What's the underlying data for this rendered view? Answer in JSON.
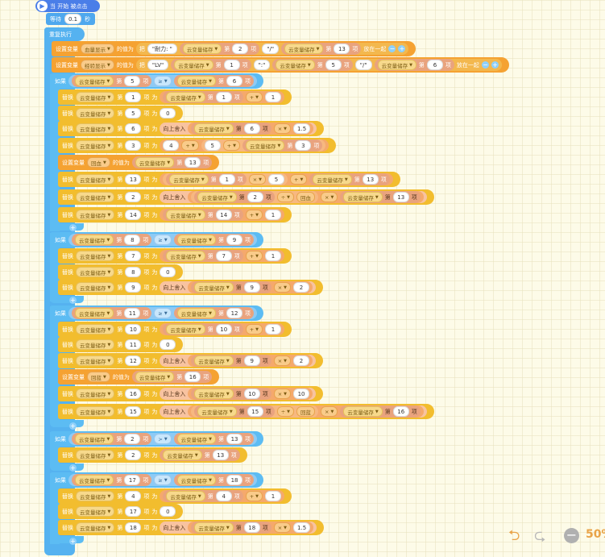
{
  "hat": {
    "label": "当 开始 被点击"
  },
  "wait": {
    "label": "等待",
    "value": "0.1",
    "unit": "秒"
  },
  "loop": {
    "label": "重复执行"
  },
  "common": {
    "replace": "替换",
    "item": "第",
    "idx": "项",
    "to": "为",
    "cloud": "云变量储存",
    "ceil": "向上舍入",
    "ifkw": "如果",
    "setvar": "设置变量",
    "valueof": "的值为",
    "join": "把",
    "together": "放在一起"
  },
  "set1": {
    "var": "血量显示",
    "s1": "\"耐力: \"",
    "n1": "2",
    "s2": "\"/\"",
    "n2": "13"
  },
  "set2": {
    "var": "经验显示",
    "s1": "\"LV\"",
    "n1": "1",
    "s2": "\":\"",
    "n2": "5",
    "s3": "\"/\"",
    "n3": "6"
  },
  "if1": {
    "a": "5",
    "op": "≥",
    "b": "6"
  },
  "r1": {
    "i": "1",
    "j": "1",
    "op": "+",
    "v": "1"
  },
  "r2": {
    "i": "5",
    "v": "0"
  },
  "r3": {
    "i": "6",
    "j": "6",
    "op": "×",
    "v": "1.5"
  },
  "r4": {
    "i": "3",
    "a": "4",
    "op1": "+",
    "b": "5",
    "op2": "+",
    "j": "3"
  },
  "sv1": {
    "var": "回血",
    "j": "13"
  },
  "r5": {
    "i": "13",
    "j": "1",
    "op1": "×",
    "v": "5",
    "op2": "+",
    "k": "13"
  },
  "r6": {
    "i": "2",
    "j": "2",
    "op1": "÷",
    "var": "回血",
    "op2": "×",
    "k": "13"
  },
  "r7": {
    "i": "14",
    "j": "14",
    "op": "+",
    "v": "1"
  },
  "if2": {
    "a": "8",
    "op": "≥",
    "b": "9"
  },
  "r8": {
    "i": "7",
    "j": "7",
    "op": "+",
    "v": "1"
  },
  "r9": {
    "i": "8",
    "v": "0"
  },
  "r10": {
    "i": "9",
    "j": "9",
    "op": "×",
    "v": "2"
  },
  "if3": {
    "a": "11",
    "op": "≥",
    "b": "12"
  },
  "r11": {
    "i": "10",
    "j": "10",
    "op": "+",
    "v": "1"
  },
  "r12": {
    "i": "11",
    "v": "0"
  },
  "r13": {
    "i": "12",
    "j": "9",
    "op": "×",
    "v": "2"
  },
  "sv2": {
    "var": "回蓝",
    "j": "16"
  },
  "r14": {
    "i": "16",
    "j": "10",
    "op": "×",
    "v": "10"
  },
  "r15": {
    "i": "15",
    "j": "15",
    "op1": "÷",
    "var": "回蓝",
    "op2": "×",
    "k": "16"
  },
  "if4": {
    "a": "2",
    "op": ">",
    "b": "13"
  },
  "r16": {
    "i": "2",
    "j": "13"
  },
  "if5": {
    "a": "17",
    "op": "≥",
    "b": "18"
  },
  "r17": {
    "i": "4",
    "j": "4",
    "op": "+",
    "v": "1"
  },
  "r18": {
    "i": "17",
    "v": "0"
  },
  "r19": {
    "i": "18",
    "j": "18",
    "op": "×",
    "v": "1.5"
  },
  "zoom": {
    "value": "50%"
  }
}
